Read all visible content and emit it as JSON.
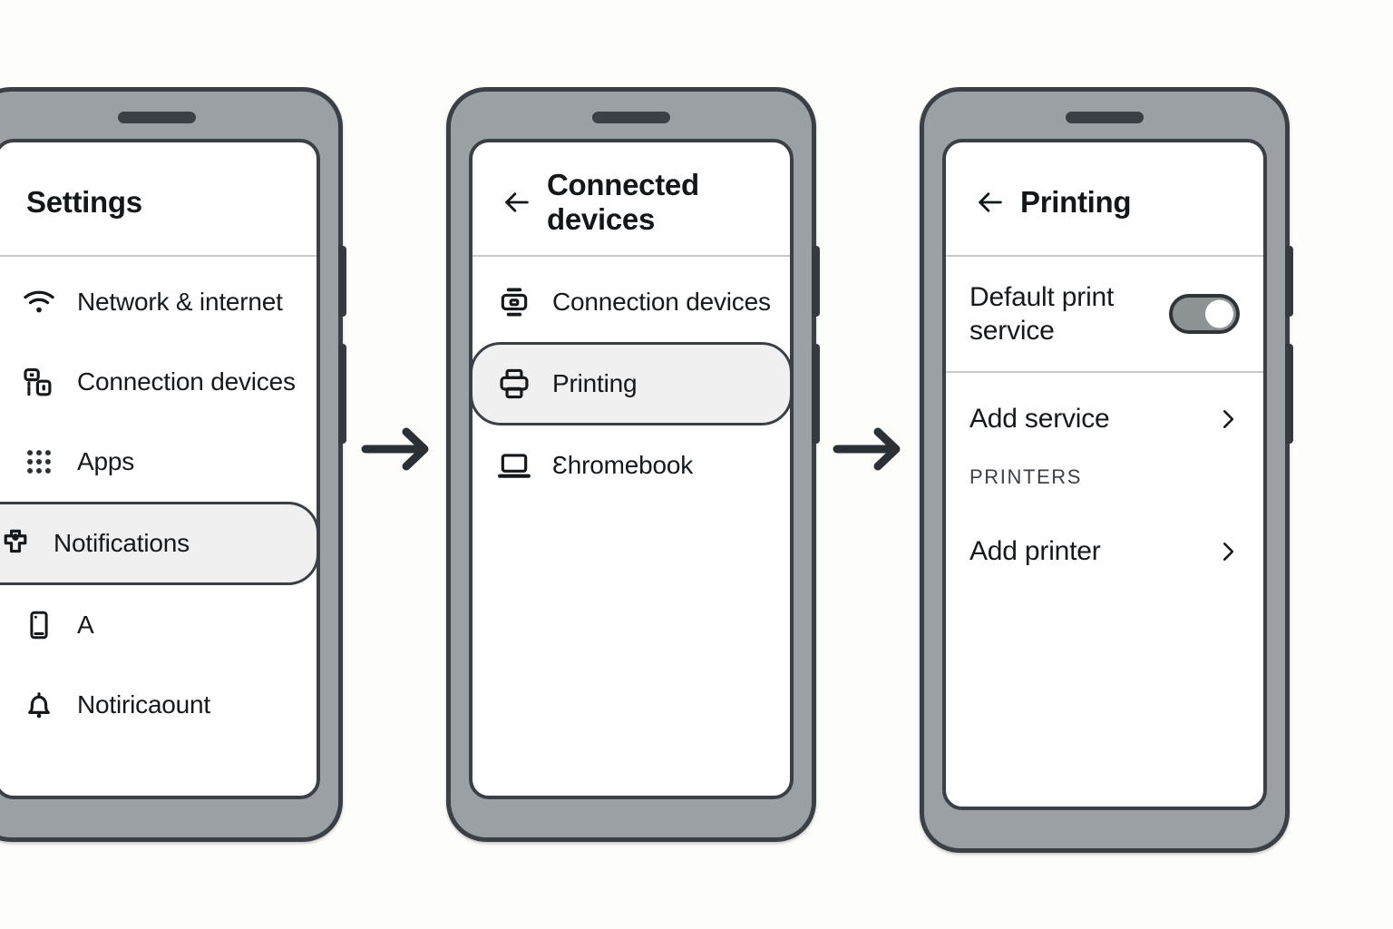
{
  "background_color": "#fdfdfc",
  "frame_color": "#9aa0a4",
  "frame_outline_color": "#3a4045",
  "screen_color": "#ffffff",
  "selected_row_fill": "#f0f0f0",
  "text_color": "#16191c",
  "phones": [
    {
      "id": "phone-settings",
      "title": "Settings",
      "has_back": false,
      "items": [
        {
          "icon": "wifi-icon",
          "label": "Network & internet",
          "selected": false
        },
        {
          "icon": "connected-devices-icon",
          "label": "Connection devices",
          "selected": false
        },
        {
          "icon": "apps-grid-icon",
          "label": "Apps",
          "selected": false
        },
        {
          "icon": "notifications-icon",
          "label": "Notifications",
          "selected": true
        },
        {
          "icon": "phone-icon",
          "label": "A",
          "selected": false
        },
        {
          "icon": "bell-icon",
          "label": "Notiricaount",
          "selected": false
        }
      ]
    },
    {
      "id": "phone-connected-devices",
      "title": "Connected devices",
      "has_back": true,
      "items": [
        {
          "icon": "device-icon",
          "label": "Connection devices",
          "selected": false
        },
        {
          "icon": "printer-icon",
          "label": "Printing",
          "selected": true
        },
        {
          "icon": "laptop-icon",
          "label": "Ɛhromebook",
          "selected": false
        }
      ]
    },
    {
      "id": "phone-printing",
      "title": "Printing",
      "has_back": true,
      "toggle_row": {
        "label": "Default print service",
        "state": "on",
        "track_color": "#8d9295",
        "knob_color": "#ffffff"
      },
      "links": [
        {
          "label": "Add service",
          "chevron": "chevron-right-icon"
        }
      ],
      "section_header": "PRINTERS",
      "printer_links": [
        {
          "label": "Add printer",
          "chevron": "chevron-right-icon"
        }
      ]
    }
  ],
  "flow_arrows": [
    {
      "name": "flow-arrow-1"
    },
    {
      "name": "flow-arrow-2"
    }
  ]
}
